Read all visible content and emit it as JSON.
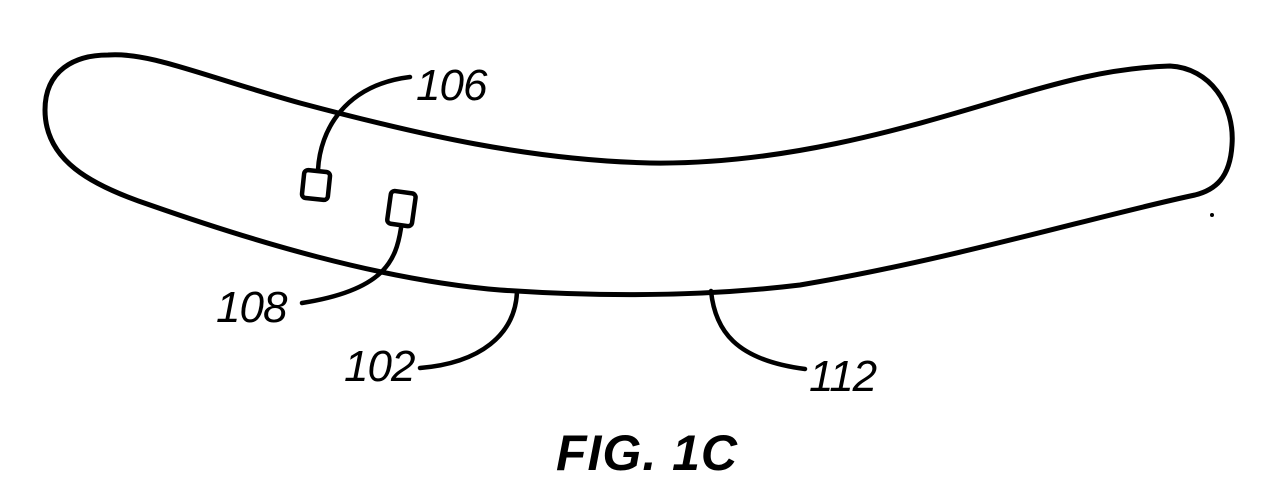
{
  "figure": {
    "caption": "FIG. 1C",
    "colors": {
      "line": "#000000",
      "background": "#ffffff"
    },
    "reference_numerals": {
      "body": "102",
      "upper_marker": "106",
      "lower_marker": "108",
      "surface": "112"
    }
  }
}
